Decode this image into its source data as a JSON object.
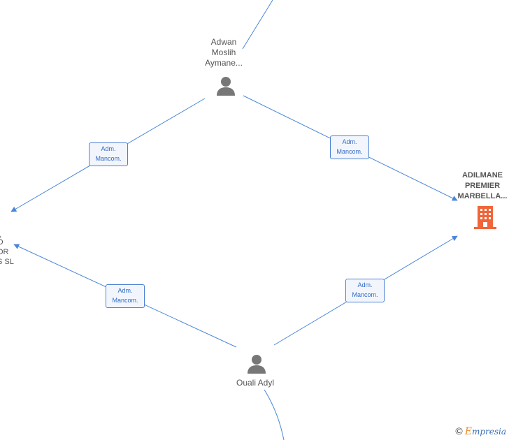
{
  "nodes": {
    "adwan": {
      "lines": [
        "Adwan",
        "Moslih",
        "Aymane..."
      ],
      "type": "person"
    },
    "ouali": {
      "lines": [
        "Ouali Adyl"
      ],
      "type": "person"
    },
    "adilmane": {
      "lines": [
        "ADILMANE",
        "PREMIER",
        "MARBELLA..."
      ],
      "type": "company",
      "color": "#f0663a"
    },
    "left_company": {
      "lines": [
        "..",
        "O",
        "OR",
        "S  SL"
      ],
      "type": "company"
    }
  },
  "edges": [
    {
      "label_lines": [
        "Adm.",
        "Mancom."
      ]
    },
    {
      "label_lines": [
        "Adm.",
        "Mancom."
      ]
    },
    {
      "label_lines": [
        "Adm.",
        "Mancom."
      ]
    },
    {
      "label_lines": [
        "Adm.",
        "Mancom."
      ]
    }
  ],
  "colors": {
    "edge": "#4a86d8",
    "icon": "#777777",
    "company": "#f0663a"
  },
  "watermark": {
    "copyright": "©",
    "brand_first": "E",
    "brand_rest": "mpresia"
  }
}
